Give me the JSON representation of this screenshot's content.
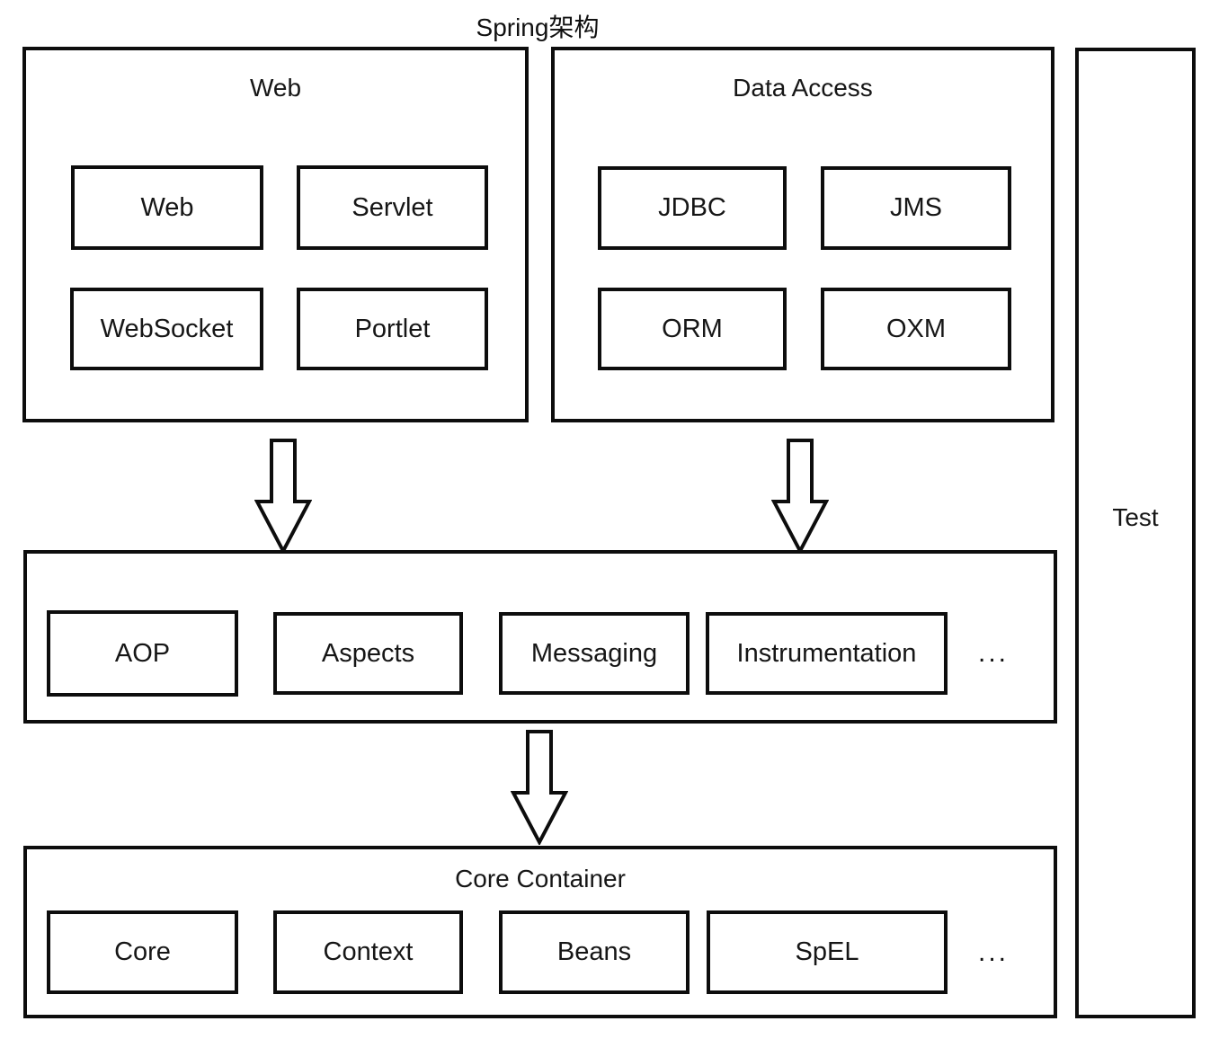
{
  "title": "Spring架构",
  "panels": {
    "web": {
      "label": "Web",
      "items": [
        "Web",
        "Servlet",
        "WebSocket",
        "Portlet"
      ]
    },
    "data_access": {
      "label": "Data Access",
      "items": [
        "JDBC",
        "JMS",
        "ORM",
        "OXM"
      ]
    },
    "middleware": {
      "items": [
        "AOP",
        "Aspects",
        "Messaging",
        "Instrumentation"
      ],
      "ellipsis": "..."
    },
    "core_container": {
      "label": "Core Container",
      "items": [
        "Core",
        "Context",
        "Beans",
        "SpEL"
      ],
      "ellipsis": "..."
    },
    "test": {
      "label": "Test"
    }
  }
}
